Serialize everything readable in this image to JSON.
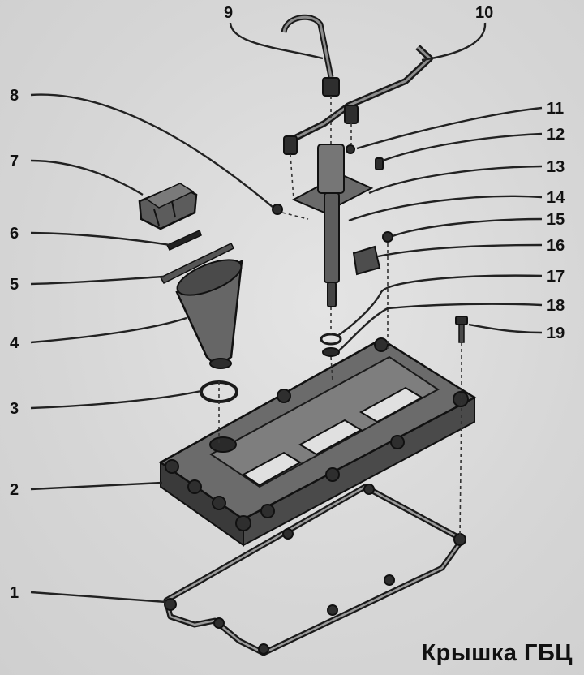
{
  "caption": "Крышка ГБЦ",
  "labels": {
    "p1": "1",
    "p2": "2",
    "p3": "3",
    "p4": "4",
    "p5": "5",
    "p6": "6",
    "p7": "7",
    "p8": "8",
    "p9": "9",
    "p10": "10",
    "p11": "11",
    "p12": "12",
    "p13": "13",
    "p14": "14",
    "p15": "15",
    "p16": "16",
    "p17": "17",
    "p18": "18",
    "p19": "19"
  }
}
